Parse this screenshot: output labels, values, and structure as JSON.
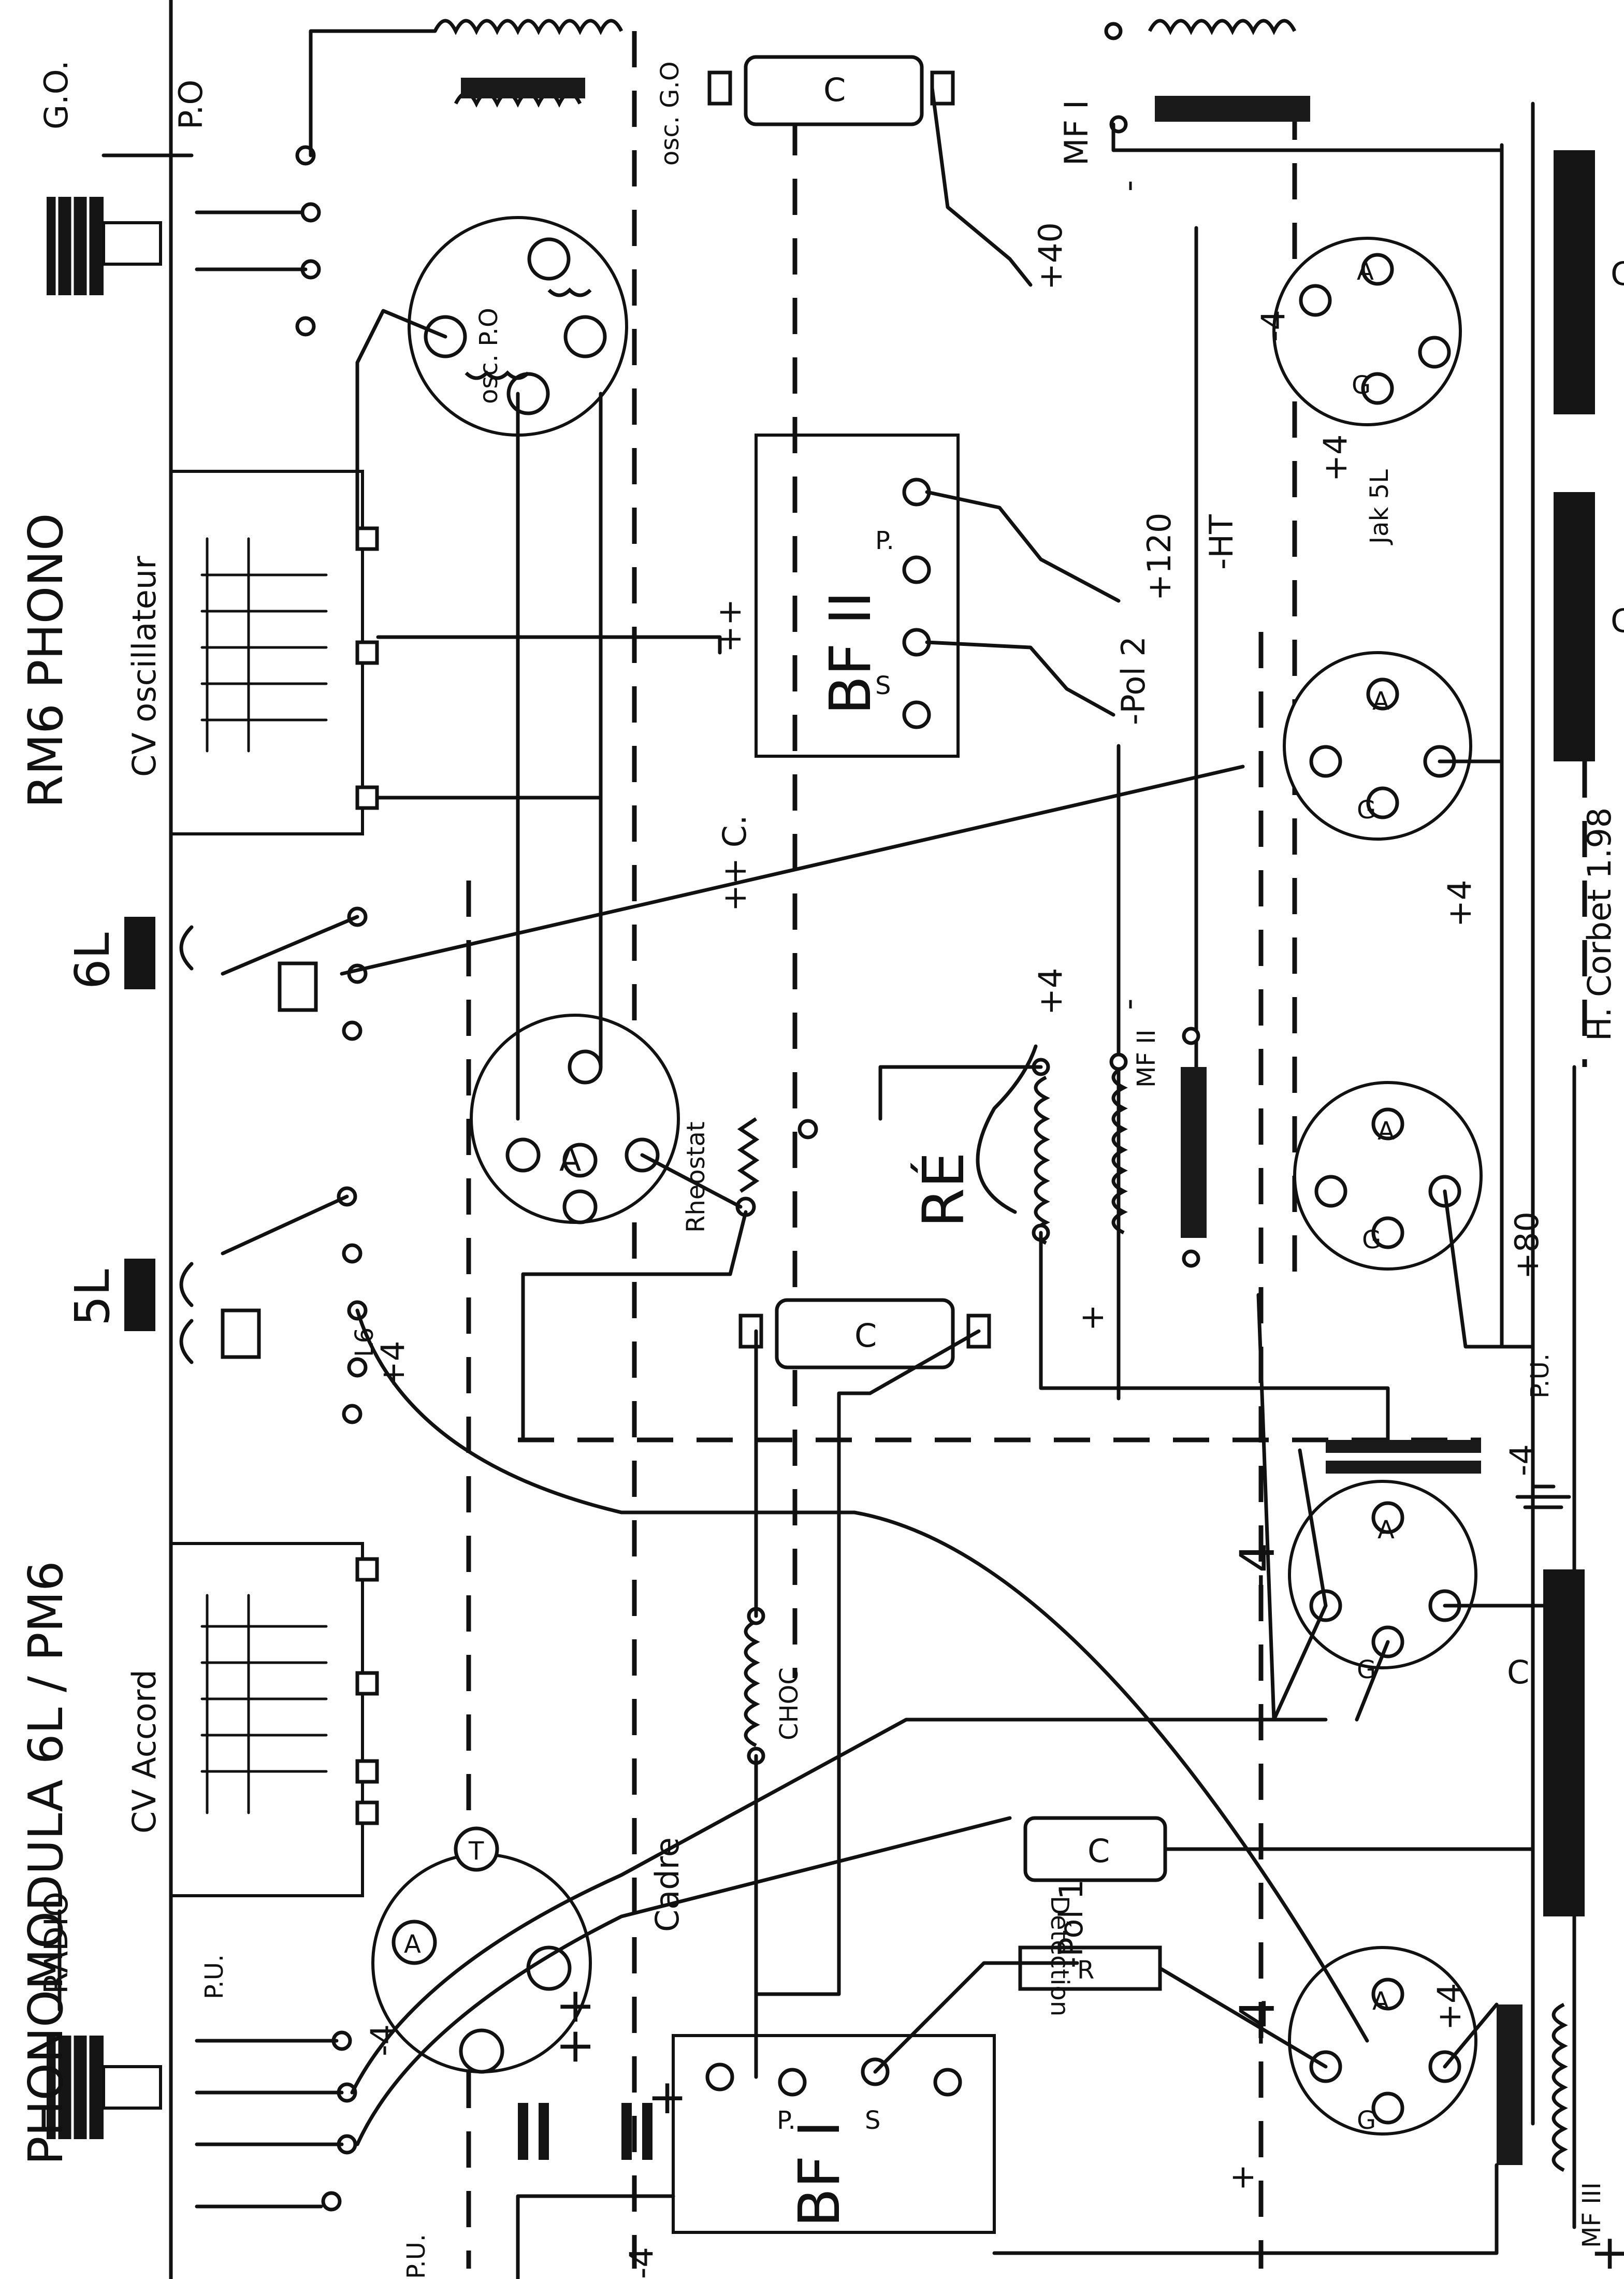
{
  "title": "PHONOMODULA 6L / PM6",
  "subtitle": "RM6 PHONO",
  "signature": "H. Corbet 1.98",
  "switch_labels": {
    "radio": "RADIO",
    "go": "G.O.",
    "po": "P.O",
    "l5": "5L",
    "l6": "6L",
    "pu": "P.U."
  },
  "variable_caps": {
    "accord": "CV Accord",
    "oscillateur": "CV oscillateur"
  },
  "coils": {
    "osc_go": "osc. G.O",
    "osc_po": "osc. P.O",
    "choc": "CHOC",
    "reaction": "RÉ"
  },
  "transformers": {
    "mf1": "MF I",
    "mf2": "MF II",
    "mf3": "MF III",
    "bf1": "BF I",
    "bf2": "BF II"
  },
  "misc": {
    "cadre": "Cadre",
    "detection": "Détection",
    "rheostat": "Rheostat",
    "jak": "Jak 5L",
    "cap": "C",
    "resistor": "R"
  },
  "pins": {
    "A": "A",
    "T": "T",
    "G": "G",
    "P": "P.",
    "S": "S"
  },
  "voltages": {
    "p4": "+4",
    "m4": "-4",
    "p40": "+40",
    "p80": "+80",
    "p120": "+120",
    "ht": "-HT",
    "pol1": "-Pol 1",
    "pol2": "-Pol 2",
    "pp": "++",
    "ppc": "++ C.",
    "l6": "L6",
    "plus": "+",
    "minus": "-"
  }
}
